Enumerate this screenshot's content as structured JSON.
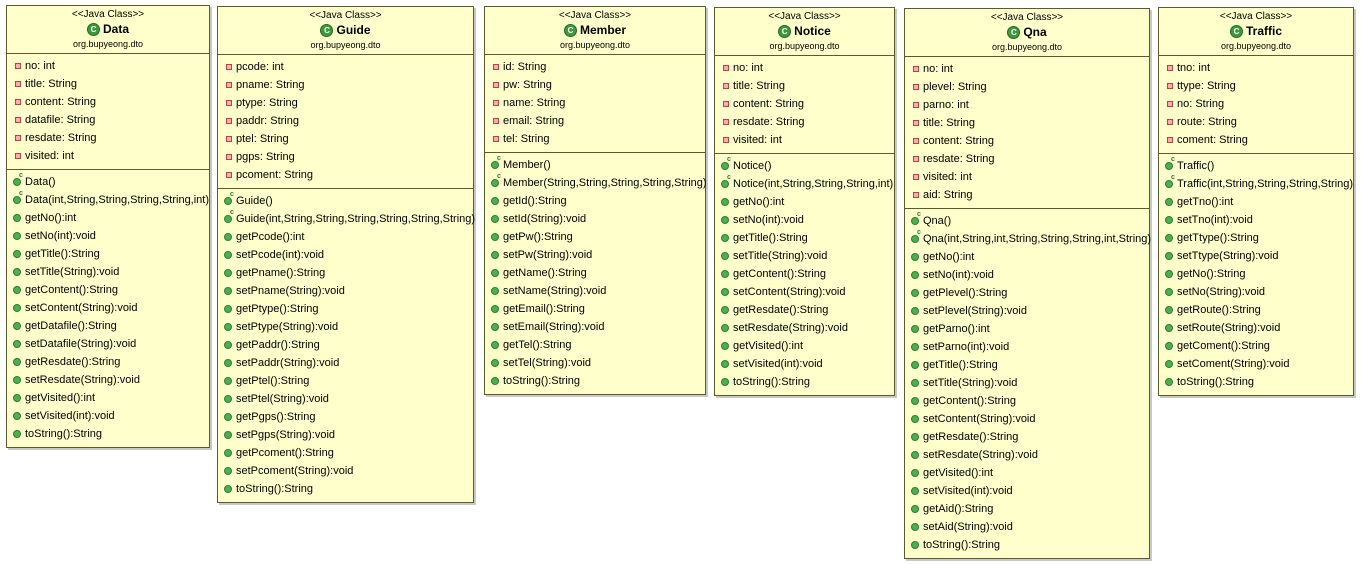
{
  "stereotype": "<<Java Class>>",
  "classes": [
    {
      "id": "data",
      "name": "Data",
      "package": "org.bupyeong.dto",
      "fields": [
        "no: int",
        "title: String",
        "content: String",
        "datafile: String",
        "resdate: String",
        "visited: int"
      ],
      "methods": [
        {
          "sig": "Data()",
          "ctor": true
        },
        {
          "sig": "Data(int,String,String,String,String,int)",
          "ctor": true
        },
        {
          "sig": "getNo():int"
        },
        {
          "sig": "setNo(int):void"
        },
        {
          "sig": "getTitle():String"
        },
        {
          "sig": "setTitle(String):void"
        },
        {
          "sig": "getContent():String"
        },
        {
          "sig": "setContent(String):void"
        },
        {
          "sig": "getDatafile():String"
        },
        {
          "sig": "setDatafile(String):void"
        },
        {
          "sig": "getResdate():String"
        },
        {
          "sig": "setResdate(String):void"
        },
        {
          "sig": "getVisited():int"
        },
        {
          "sig": "setVisited(int):void"
        },
        {
          "sig": "toString():String"
        }
      ]
    },
    {
      "id": "guide",
      "name": "Guide",
      "package": "org.bupyeong.dto",
      "fields": [
        "pcode: int",
        "pname: String",
        "ptype: String",
        "paddr: String",
        "ptel: String",
        "pgps: String",
        "pcoment: String"
      ],
      "methods": [
        {
          "sig": "Guide()",
          "ctor": true
        },
        {
          "sig": "Guide(int,String,String,String,String,String,String)",
          "ctor": true
        },
        {
          "sig": "getPcode():int"
        },
        {
          "sig": "setPcode(int):void"
        },
        {
          "sig": "getPname():String"
        },
        {
          "sig": "setPname(String):void"
        },
        {
          "sig": "getPtype():String"
        },
        {
          "sig": "setPtype(String):void"
        },
        {
          "sig": "getPaddr():String"
        },
        {
          "sig": "setPaddr(String):void"
        },
        {
          "sig": "getPtel():String"
        },
        {
          "sig": "setPtel(String):void"
        },
        {
          "sig": "getPgps():String"
        },
        {
          "sig": "setPgps(String):void"
        },
        {
          "sig": "getPcoment():String"
        },
        {
          "sig": "setPcoment(String):void"
        },
        {
          "sig": "toString():String"
        }
      ]
    },
    {
      "id": "member",
      "name": "Member",
      "package": "org.bupyeong.dto",
      "fields": [
        "id: String",
        "pw: String",
        "name: String",
        "email: String",
        "tel: String"
      ],
      "methods": [
        {
          "sig": "Member()",
          "ctor": true
        },
        {
          "sig": "Member(String,String,String,String,String)",
          "ctor": true
        },
        {
          "sig": "getId():String"
        },
        {
          "sig": "setId(String):void"
        },
        {
          "sig": "getPw():String"
        },
        {
          "sig": "setPw(String):void"
        },
        {
          "sig": "getName():String"
        },
        {
          "sig": "setName(String):void"
        },
        {
          "sig": "getEmail():String"
        },
        {
          "sig": "setEmail(String):void"
        },
        {
          "sig": "getTel():String"
        },
        {
          "sig": "setTel(String):void"
        },
        {
          "sig": "toString():String"
        }
      ]
    },
    {
      "id": "notice",
      "name": "Notice",
      "package": "org.bupyeong.dto",
      "fields": [
        "no: int",
        "title: String",
        "content: String",
        "resdate: String",
        "visited: int"
      ],
      "methods": [
        {
          "sig": "Notice()",
          "ctor": true
        },
        {
          "sig": "Notice(int,String,String,String,int)",
          "ctor": true
        },
        {
          "sig": "getNo():int"
        },
        {
          "sig": "setNo(int):void"
        },
        {
          "sig": "getTitle():String"
        },
        {
          "sig": "setTitle(String):void"
        },
        {
          "sig": "getContent():String"
        },
        {
          "sig": "setContent(String):void"
        },
        {
          "sig": "getResdate():String"
        },
        {
          "sig": "setResdate(String):void"
        },
        {
          "sig": "getVisited():int"
        },
        {
          "sig": "setVisited(int):void"
        },
        {
          "sig": "toString():String"
        }
      ]
    },
    {
      "id": "qna",
      "name": "Qna",
      "package": "org.bupyeong.dto",
      "fields": [
        "no: int",
        "plevel: String",
        "parno: int",
        "title: String",
        "content: String",
        "resdate: String",
        "visited: int",
        "aid: String"
      ],
      "methods": [
        {
          "sig": "Qna()",
          "ctor": true
        },
        {
          "sig": "Qna(int,String,int,String,String,String,int,String)",
          "ctor": true
        },
        {
          "sig": "getNo():int"
        },
        {
          "sig": "setNo(int):void"
        },
        {
          "sig": "getPlevel():String"
        },
        {
          "sig": "setPlevel(String):void"
        },
        {
          "sig": "getParno():int"
        },
        {
          "sig": "setParno(int):void"
        },
        {
          "sig": "getTitle():String"
        },
        {
          "sig": "setTitle(String):void"
        },
        {
          "sig": "getContent():String"
        },
        {
          "sig": "setContent(String):void"
        },
        {
          "sig": "getResdate():String"
        },
        {
          "sig": "setResdate(String):void"
        },
        {
          "sig": "getVisited():int"
        },
        {
          "sig": "setVisited(int):void"
        },
        {
          "sig": "getAid():String"
        },
        {
          "sig": "setAid(String):void"
        },
        {
          "sig": "toString():String"
        }
      ]
    },
    {
      "id": "traffic",
      "name": "Traffic",
      "package": "org.bupyeong.dto",
      "fields": [
        "tno: int",
        "ttype: String",
        "no: String",
        "route: String",
        "coment: String"
      ],
      "methods": [
        {
          "sig": "Traffic()",
          "ctor": true
        },
        {
          "sig": "Traffic(int,String,String,String,String)",
          "ctor": true
        },
        {
          "sig": "getTno():int"
        },
        {
          "sig": "setTno(int):void"
        },
        {
          "sig": "getTtype():String"
        },
        {
          "sig": "setTtype(String):void"
        },
        {
          "sig": "getNo():String"
        },
        {
          "sig": "setNo(String):void"
        },
        {
          "sig": "getRoute():String"
        },
        {
          "sig": "setRoute(String):void"
        },
        {
          "sig": "getComent():String"
        },
        {
          "sig": "setComent(String):void"
        },
        {
          "sig": "toString():String"
        }
      ]
    }
  ]
}
